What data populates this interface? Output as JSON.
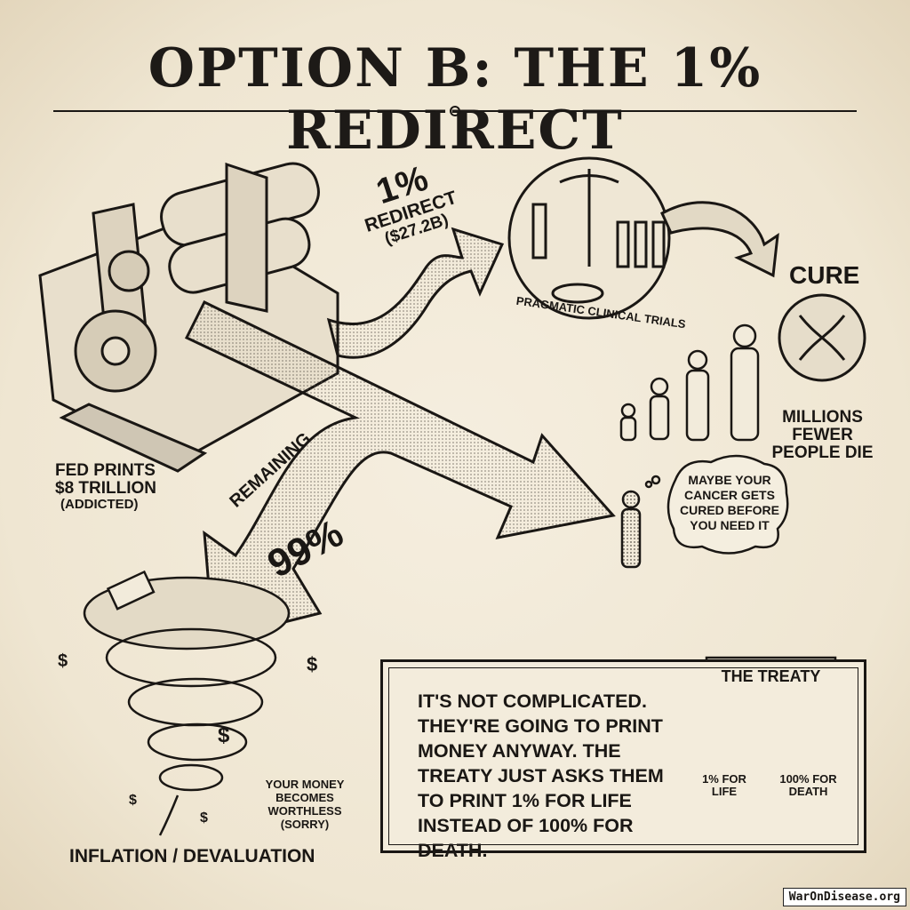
{
  "title": "OPTION B: THE 1% REDIRECT",
  "press": {
    "caption_line1": "FED PRINTS",
    "caption_line2": "$8 TRILLION",
    "caption_line3": "(ADDICTED)"
  },
  "redirect": {
    "percent": "1%",
    "label": "REDIRECT",
    "amount": "($27.2B)"
  },
  "remaining": {
    "label": "REMAINING",
    "percent": "99%"
  },
  "trials": {
    "label": "PRAGMATIC CLINICAL TRIALS"
  },
  "cure": {
    "label": "CURE",
    "outcome_line1": "MILLIONS",
    "outcome_line2": "FEWER",
    "outcome_line3": "PEOPLE DIE"
  },
  "thought": {
    "line1": "MAYBE YOUR",
    "line2": "CANCER GETS",
    "line3": "CURED BEFORE",
    "line4": "YOU NEED IT"
  },
  "inflation": {
    "note_line1": "YOUR MONEY",
    "note_line2": "BECOMES",
    "note_line3": "WORTHLESS",
    "note_line4": "(SORRY)",
    "caption": "INFLATION / DEVALUATION"
  },
  "summary": {
    "text": "IT'S NOT COMPLICATED. THEY'RE GOING TO PRINT MONEY ANYWAY. THE TREATY JUST ASKS THEM TO PRINT 1% FOR LIFE INSTEAD OF 100% FOR DEATH."
  },
  "treaty": {
    "title": "THE TREATY",
    "left_line1": "1% FOR",
    "left_line2": "LIFE",
    "right_line1": "100% FOR",
    "right_line2": "DEATH"
  },
  "footer": {
    "site": "WarOnDisease.org"
  },
  "colors": {
    "paper": "#f0e8d6",
    "ink": "#1a1714",
    "shade": "#cfc6b4"
  }
}
